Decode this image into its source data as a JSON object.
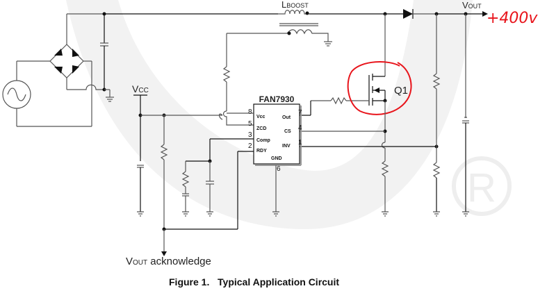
{
  "figure": {
    "caption": "Figure 1.   Typical Application Circuit",
    "ic": {
      "name": "FAN7930",
      "pins_left": [
        {
          "num": "8",
          "label": "Vcc"
        },
        {
          "num": "5",
          "label": "ZCD"
        },
        {
          "num": "3",
          "label": "Comp"
        },
        {
          "num": "2",
          "label": "RDY"
        }
      ],
      "pins_right": [
        {
          "num": "7",
          "label": "Out"
        },
        {
          "num": "4",
          "label": "CS"
        },
        {
          "num": "1",
          "label": "INV"
        }
      ],
      "pin_bottom": {
        "num": "6",
        "label": "GND"
      }
    },
    "labels": {
      "inductor_main": "L",
      "inductor_sub": "BOOST",
      "vout_main": "V",
      "vout_sub": "OUT",
      "vcc_main": "V",
      "vcc_sub": "CC",
      "ack_main": "V",
      "ack_sub": "OUT",
      "ack_rest": " acknowledge",
      "mosfet": "Q1"
    },
    "annotations": {
      "handwritten_voltage": "+400v",
      "annotation_color": "#e8141b"
    },
    "watermark": "®"
  }
}
